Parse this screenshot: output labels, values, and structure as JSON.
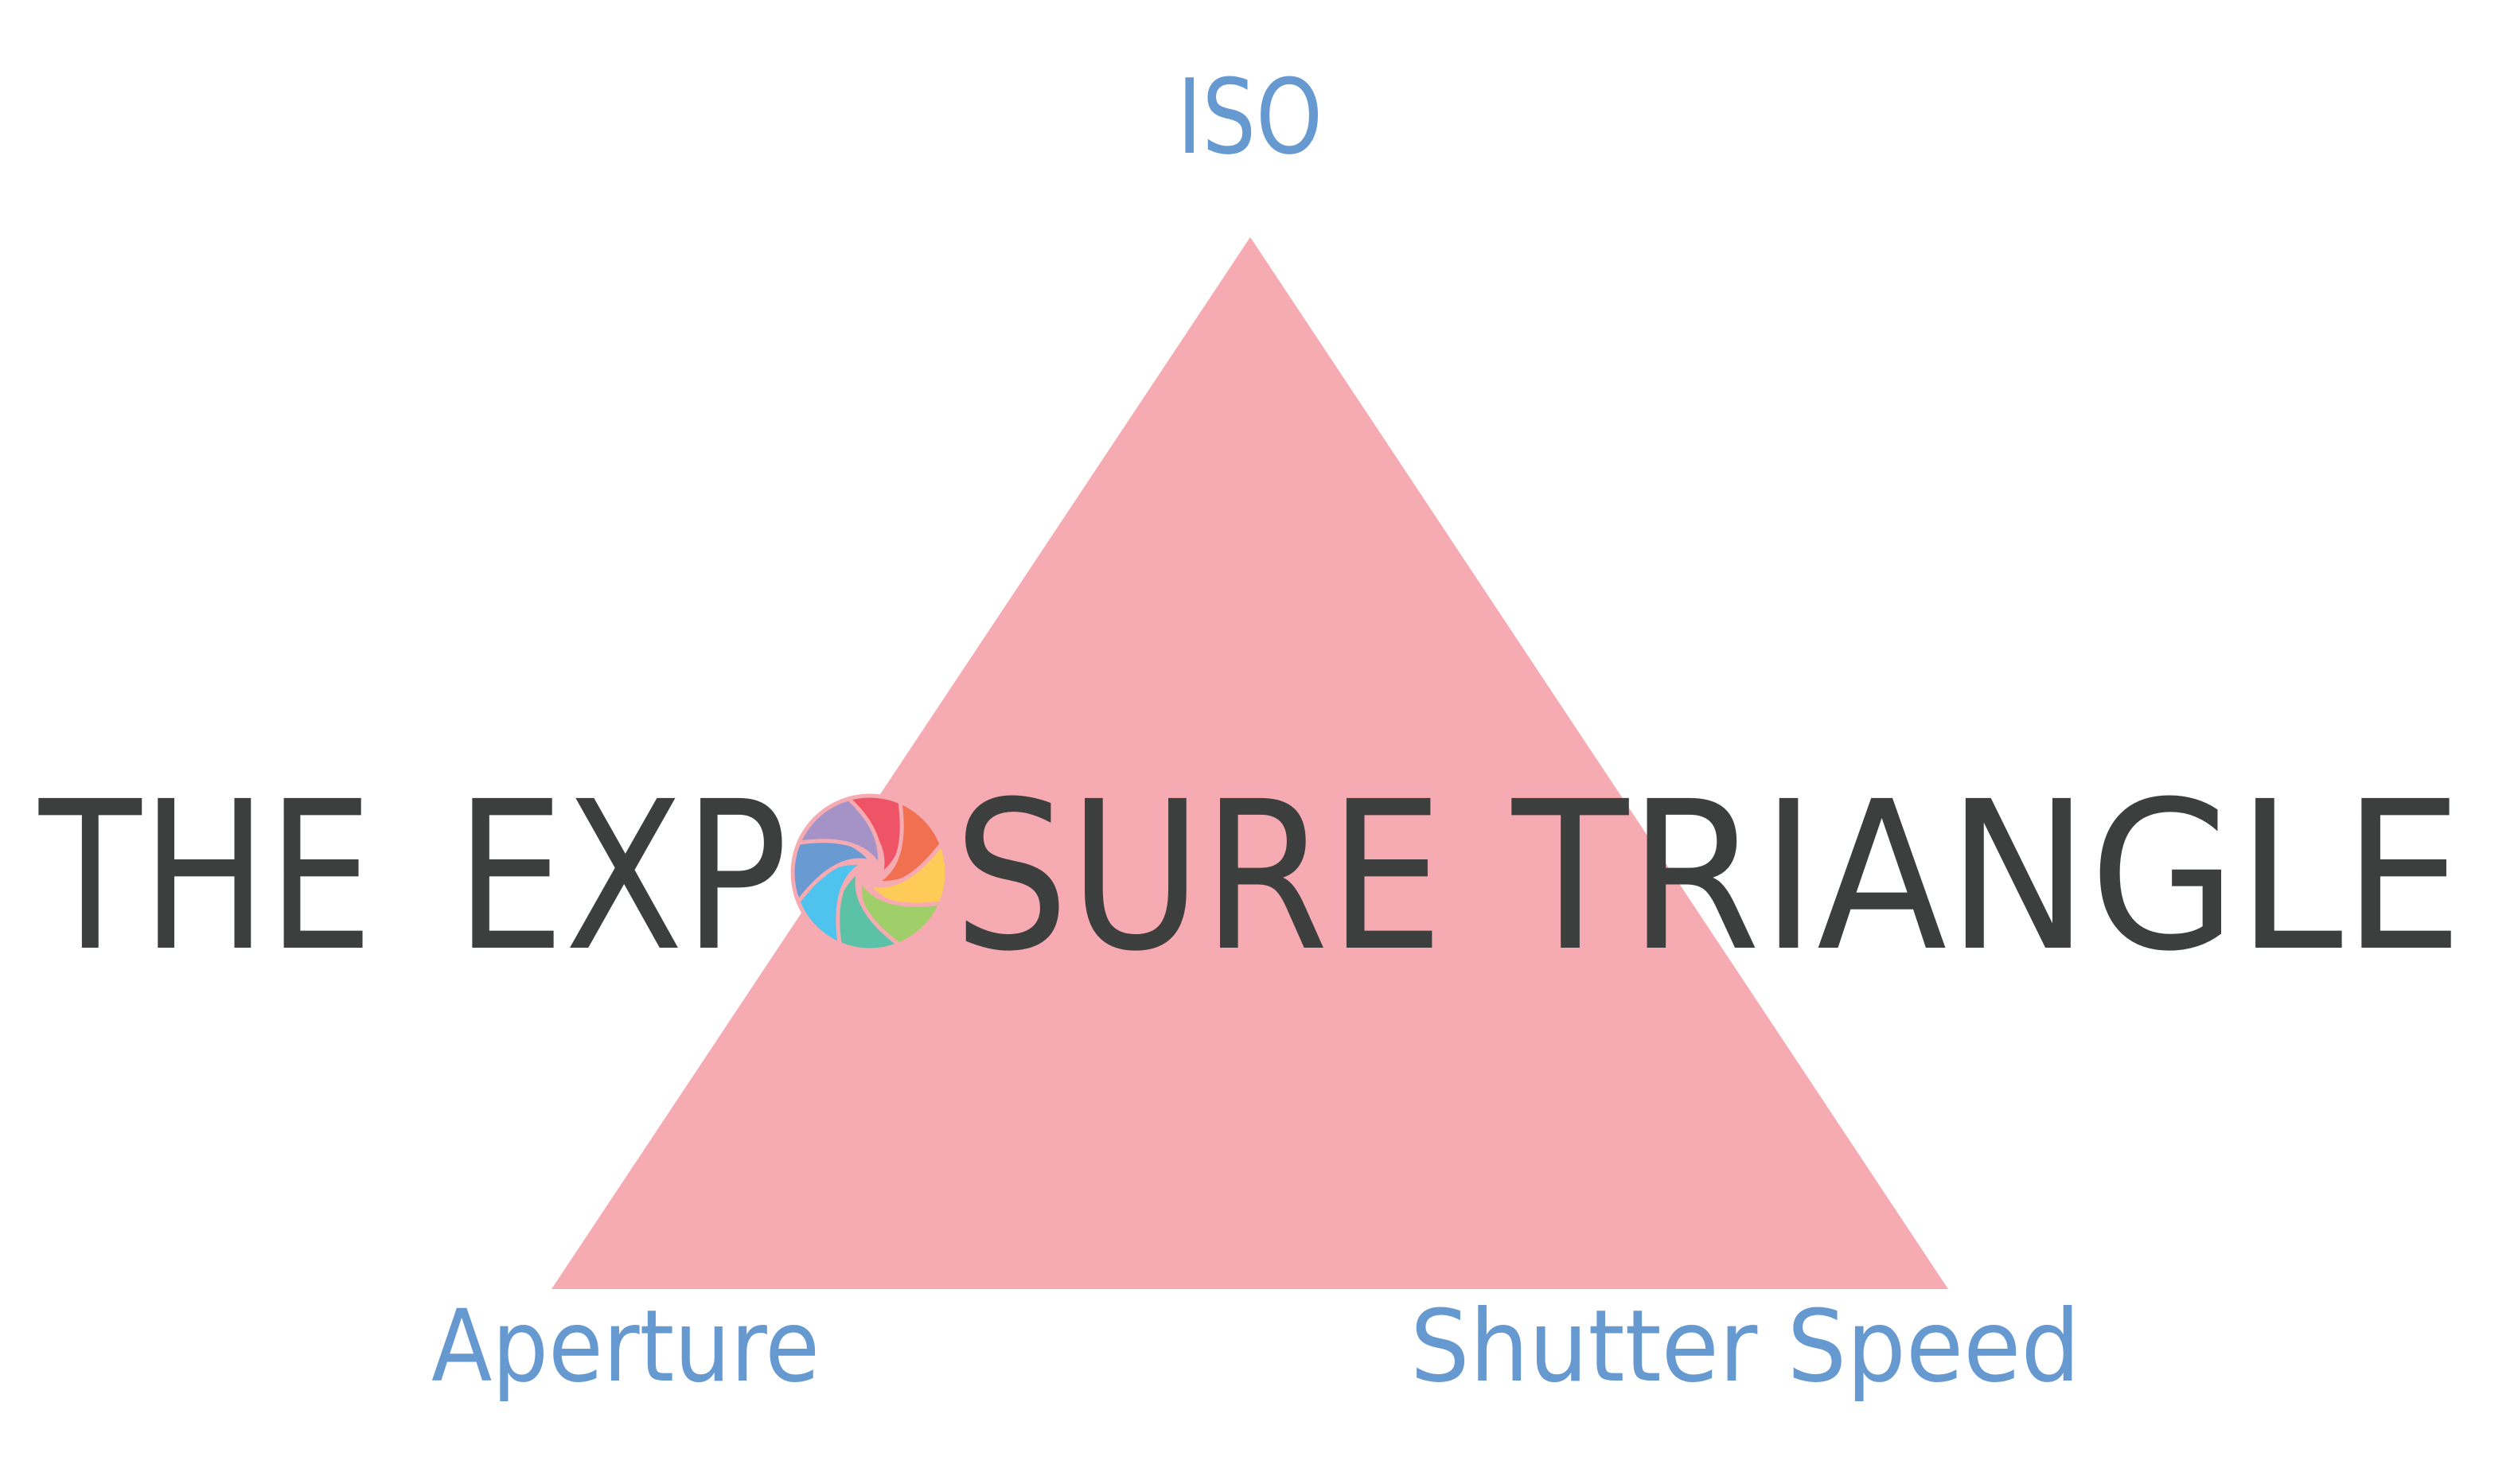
{
  "diagram": {
    "title": {
      "full_text": "THE EXPOSURE TRIANGLE",
      "words": [
        "THE",
        "EXP",
        "SURE",
        "TRIANGLE"
      ],
      "icon_replaces_letter": "O",
      "color": "#3D3F3E"
    },
    "vertices": {
      "top": "ISO",
      "bottom_left": "Aperture",
      "bottom_right": "Shutter Speed"
    },
    "label_color": "#6699D0",
    "triangle_color": "#F6AAB2",
    "aperture_icon": {
      "name": "aperture-icon",
      "blade_colors": [
        "#EE5366",
        "#F07050",
        "#FDCB58",
        "#A0CF6A",
        "#5BC2A7",
        "#4DC3EE",
        "#6A9AD2",
        "#A593C8"
      ]
    }
  }
}
